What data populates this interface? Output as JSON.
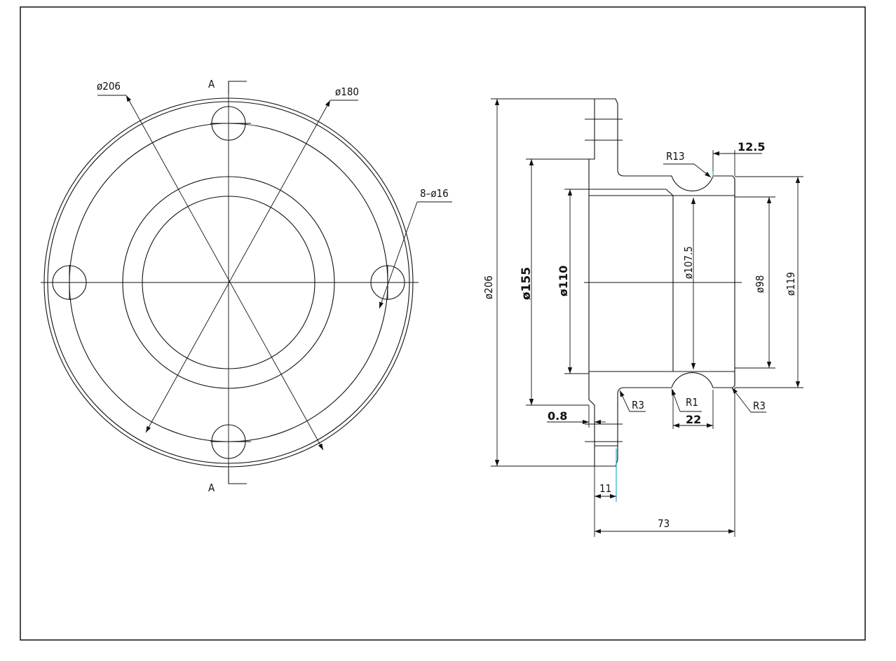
{
  "front_view": {
    "section_mark": "A",
    "dim_outer_diameter": "ø206",
    "dim_bolt_circle": "ø180",
    "dim_bolt_holes": "8–ø16"
  },
  "section_view": {
    "dim_r13": "R13",
    "dim_12_5": "12.5",
    "dim_206": "ø206",
    "dim_155": "ø155",
    "dim_110": "ø110",
    "dim_107_5": "ø107.5",
    "dim_98": "ø98",
    "dim_119": "ø119",
    "dim_0_8": "0.8",
    "dim_r3_left": "R3",
    "dim_r1": "R1",
    "dim_r3_right": "R3",
    "dim_22": "22",
    "dim_11": "11",
    "dim_73": "73"
  }
}
